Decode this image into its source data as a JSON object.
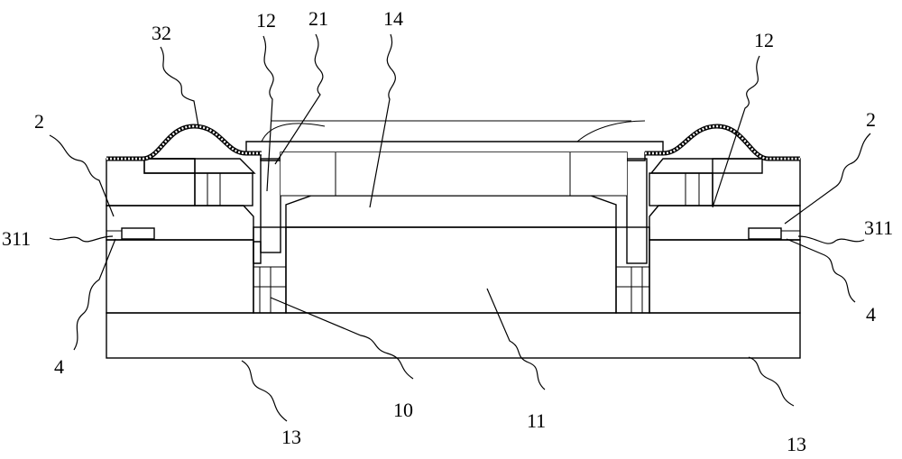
{
  "figure": {
    "labels": [
      {
        "id": "l32",
        "text": "32"
      },
      {
        "id": "l12a",
        "text": "12"
      },
      {
        "id": "l21",
        "text": "21"
      },
      {
        "id": "l14",
        "text": "14"
      },
      {
        "id": "l12b",
        "text": "12"
      },
      {
        "id": "l2a",
        "text": "2"
      },
      {
        "id": "l2b",
        "text": "2"
      },
      {
        "id": "l311a",
        "text": "311"
      },
      {
        "id": "l311b",
        "text": "311"
      },
      {
        "id": "l4a",
        "text": "4"
      },
      {
        "id": "l4b",
        "text": "4"
      },
      {
        "id": "l13a",
        "text": "13"
      },
      {
        "id": "l10",
        "text": "10"
      },
      {
        "id": "l11",
        "text": "11"
      },
      {
        "id": "l13b",
        "text": "13"
      }
    ]
  }
}
